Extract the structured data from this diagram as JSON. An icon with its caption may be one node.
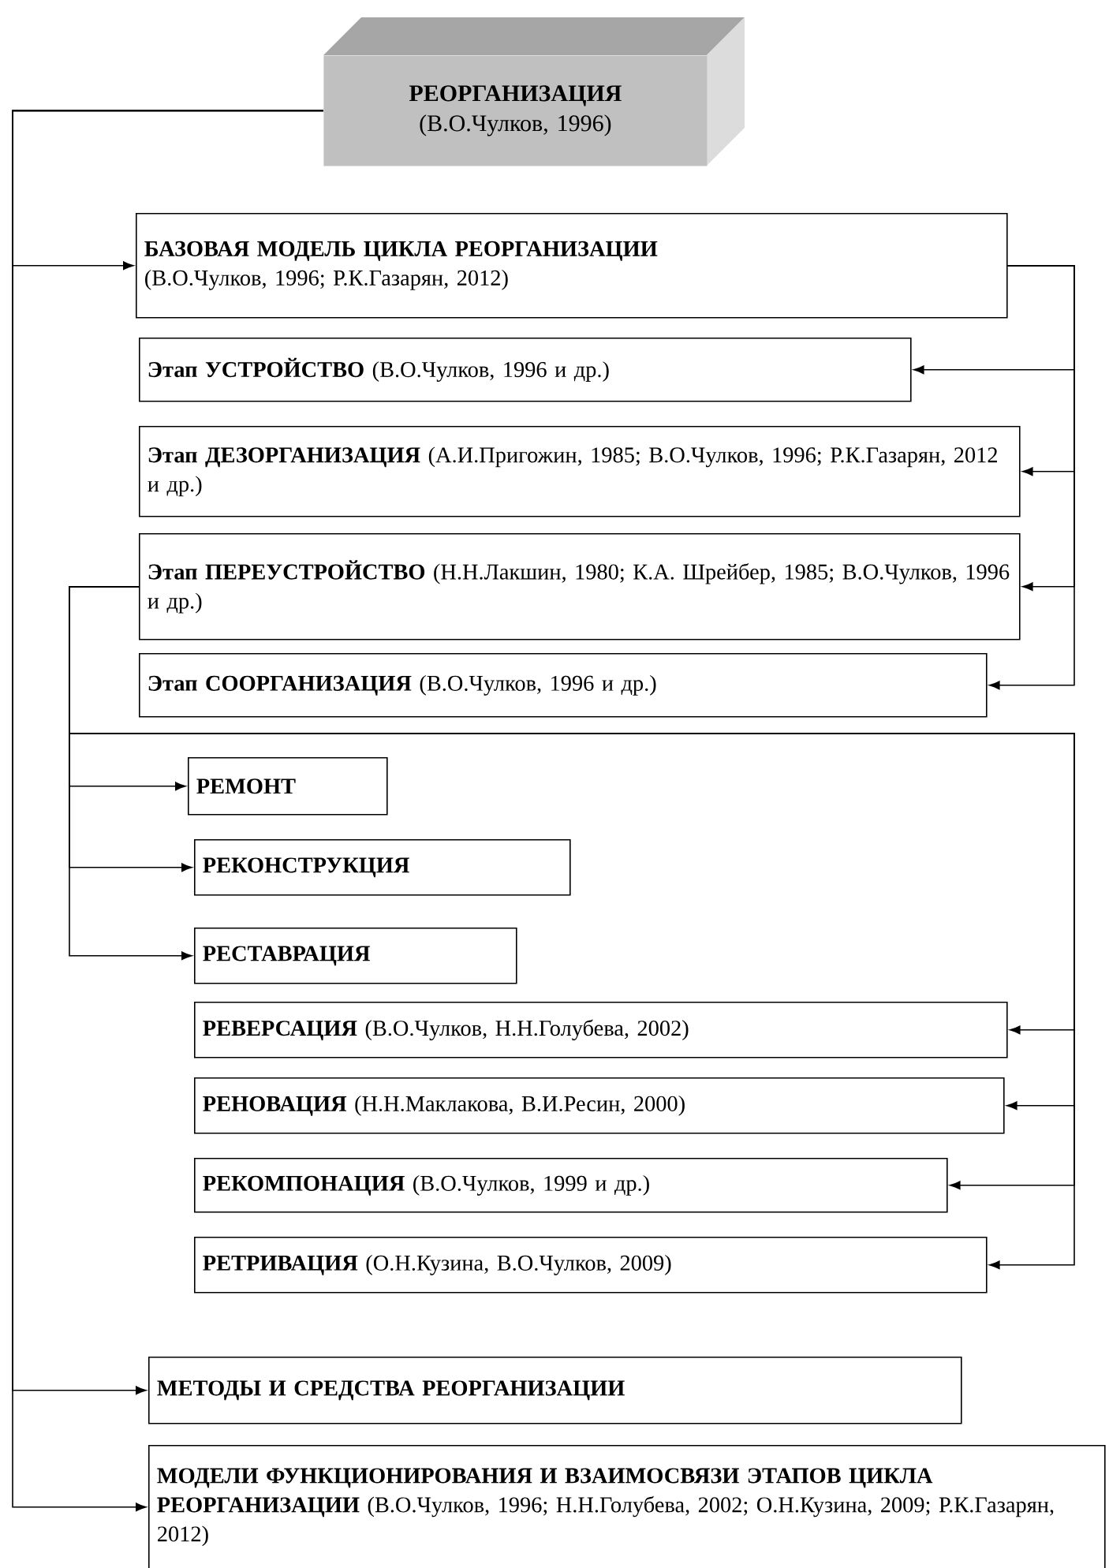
{
  "diagram": {
    "nodes": [
      {
        "text": [
          "РЕОРГАНИЗАЦИЯ",
          "(В.О.Чулков, 1996)"
        ]
      },
      {
        "text": [
          "БАЗОВАЯ МОДЕЛЬ ЦИКЛА РЕОРГАНИЗАЦИИ",
          "(В.О.Чулков, 1996; Р.К.Газарян, 2012)"
        ]
      },
      {
        "text": [
          "**Этап УСТРОЙСТВО** (В.О.Чулков, 1996 и др.)"
        ]
      },
      {
        "text": [
          "**Этап ДЕЗОРГАНИЗАЦИЯ** (А.И.Пригожин, 1985; В.О.Чулков, 1996; Р.К.Газарян, 2012 и др.)"
        ]
      },
      {
        "text": [
          "**Этап ПЕРЕУСТРОЙСТВО** (Н.Н.Лакшин, 1980; К.А. Шрейбер, 1985; В.О.Чулков, 1996 и др.)"
        ]
      },
      {
        "text": [
          "**Этап СООРГАНИЗАЦИЯ** (В.О.Чулков, 1996 и др.)"
        ]
      },
      {
        "text": [
          "РЕМОНТ"
        ]
      },
      {
        "text": [
          "РЕКОНСТРУКЦИЯ"
        ]
      },
      {
        "text": [
          "РЕСТАВРАЦИЯ"
        ]
      },
      {
        "text": [
          "**РЕВЕРСАЦИЯ** (В.О.Чулков, Н.Н.Голубева, 2002)"
        ]
      },
      {
        "text": [
          "**РЕНОВАЦИЯ** (Н.Н.Маклакова, В.И.Ресин, 2000)"
        ]
      },
      {
        "text": [
          "**РЕКОМПОНАЦИЯ** (В.О.Чулков, 1999 и др.)"
        ]
      },
      {
        "text": [
          "**РЕТРИВАЦИЯ** (О.Н.Кузина, В.О.Чулков, 2009)"
        ]
      },
      {
        "text": [
          "МЕТОДЫ И СРЕДСТВА РЕОРГАНИЗАЦИИ"
        ]
      },
      {
        "text": [
          "**МОДЕЛИ ФУНКЦИОНИРОВАНИЯ И ВЗАИМОСВЯЗИ ЭТАПОВ ЦИКЛА РЕОРГАНИЗАЦИИ** (В.О.Чулков, 1996; Н.Н.Голубева, 2002; О.Н.Кузина, 2009; Р.К.Газарян, 2012)"
        ]
      }
    ],
    "edges": [
      {
        "from": 0,
        "to": 1,
        "arrow": "to"
      },
      {
        "from": 0,
        "to": 13,
        "arrow": "to"
      },
      {
        "from": 0,
        "to": 14,
        "arrow": "to"
      },
      {
        "from": 1,
        "to": 2,
        "arrow": "to"
      },
      {
        "from": 1,
        "to": 3,
        "arrow": "to"
      },
      {
        "from": 1,
        "to": 4,
        "arrow": "to"
      },
      {
        "from": 1,
        "to": 5,
        "arrow": "to"
      },
      {
        "from": 4,
        "to": 6,
        "arrow": "to"
      },
      {
        "from": 4,
        "to": 7,
        "arrow": "to"
      },
      {
        "from": 4,
        "to": 8,
        "arrow": "to"
      },
      {
        "from": 4,
        "to": 9,
        "arrow": "to"
      },
      {
        "from": 4,
        "to": 10,
        "arrow": "to"
      },
      {
        "from": 4,
        "to": 11,
        "arrow": "to"
      },
      {
        "from": 4,
        "to": 12,
        "arrow": "to"
      }
    ]
  }
}
